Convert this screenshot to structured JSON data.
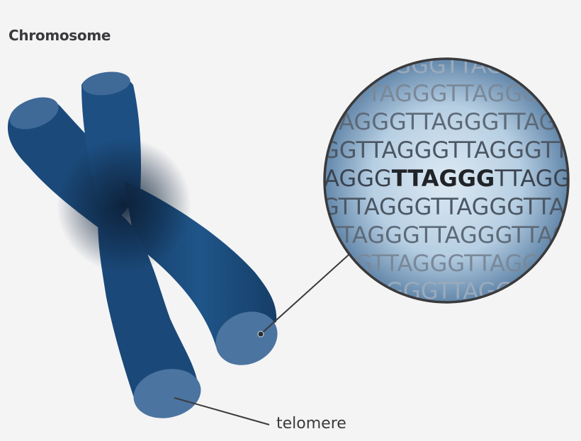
{
  "title": "Chromosome",
  "telomere_label": "telomere",
  "sequence": {
    "lines": [
      "TTAGGGTTAGGGTTAG",
      "GTTAGGGTTAGGGTTA",
      "TAGGGTTAGGGTTAGG",
      "GGTTAGGGTTAGGGTT",
      "TAGGG",
      "TTAGGG",
      "TTAGG",
      "GTTAGGGTTAGGGTTA",
      "TTAGGGTTAGGGTTAG",
      "GGTTAGGGTTAGGGTT",
      "GAGGGTTAGGGTTAGG"
    ]
  },
  "colors": {
    "chromosome": "#1b4a7a",
    "chromosome_dark": "#0c2038",
    "telomere_cap": "#4b74a0",
    "lens_fill": "#b9d0e3",
    "lens_border": "#3a3a3c",
    "label_text": "#3a3a3c"
  }
}
